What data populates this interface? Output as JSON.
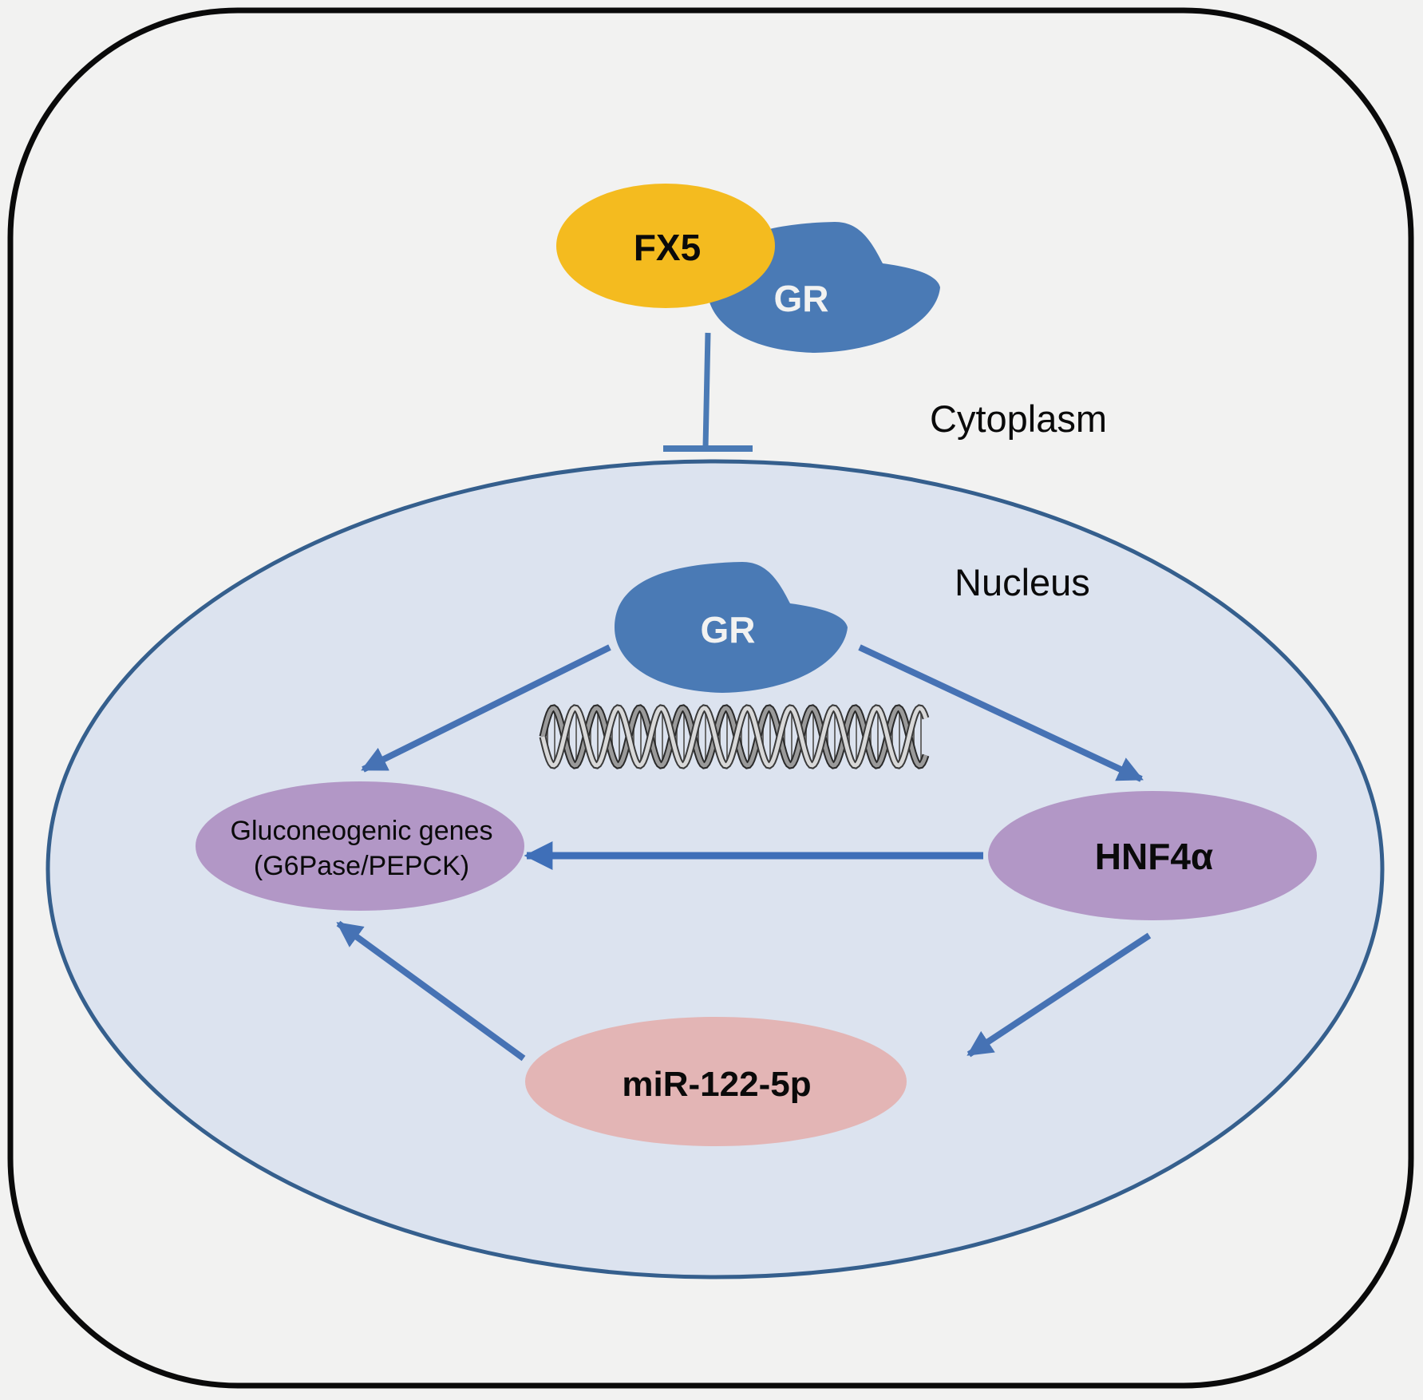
{
  "diagram": {
    "compartments": {
      "cytoplasm": "Cytoplasm",
      "nucleus": "Nucleus"
    },
    "nodes": {
      "fx5": "FX5",
      "gr_cytoplasm": "GR",
      "gr_nucleus": "GR",
      "gluconeogenic_line1": "Gluconeogenic genes",
      "gluconeogenic_line2": "(G6Pase/PEPCK)",
      "hnf4a": "HNF4α",
      "mir": "miR-122-5p"
    },
    "edges": [
      {
        "from": "FX5-GR complex",
        "to": "Nucleus",
        "type": "inhibition"
      },
      {
        "from": "GR",
        "to": "Gluconeogenic genes",
        "type": "activation"
      },
      {
        "from": "GR",
        "to": "HNF4α",
        "type": "activation"
      },
      {
        "from": "HNF4α",
        "to": "Gluconeogenic genes",
        "type": "activation"
      },
      {
        "from": "HNF4α",
        "to": "miR-122-5p",
        "type": "activation"
      },
      {
        "from": "miR-122-5p",
        "to": "Gluconeogenic genes",
        "type": "activation"
      }
    ],
    "colors": {
      "background": "#f2f2f1",
      "cell_border": "#0a0a0a",
      "nucleus_fill": "#dce3ef",
      "nucleus_border": "#355f8d",
      "fx5": "#f4bb1f",
      "gr": "#4a7ab5",
      "gene_nodes": "#b297c6",
      "mir": "#e3b5b5",
      "arrows": "#4672b4",
      "arrow_horizontal": "#3f6fb8"
    }
  }
}
